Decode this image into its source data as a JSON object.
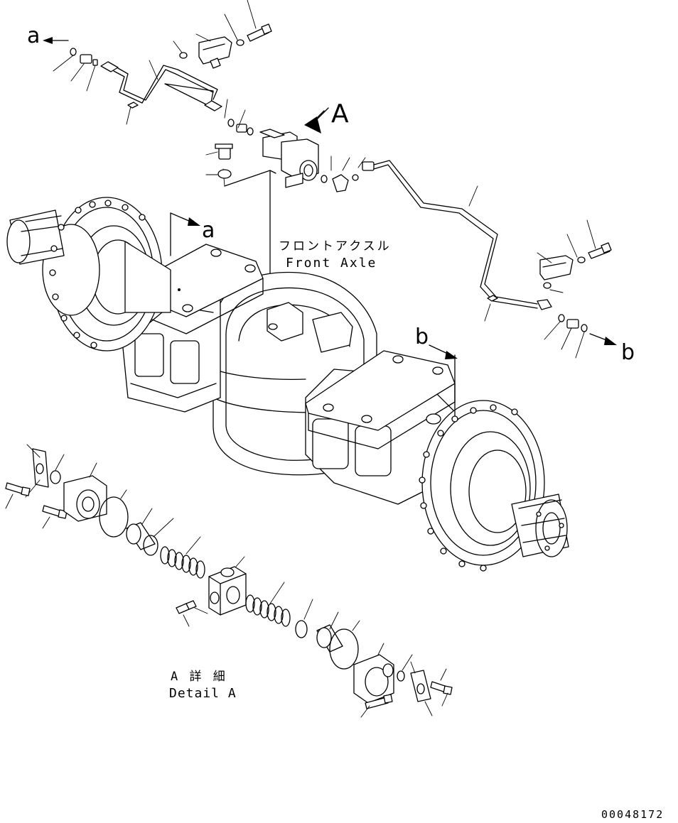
{
  "labels": {
    "arrow_a_top": "a",
    "arrow_a_left": "a",
    "arrow_b_right": "b",
    "arrow_b_mid": "b",
    "view_A": "A",
    "axle_jp": "フロントアクスル",
    "axle_en": "Front Axle",
    "detail_jp": "A 詳 細",
    "detail_en": "Detail A",
    "drawing_number": "00048172"
  }
}
